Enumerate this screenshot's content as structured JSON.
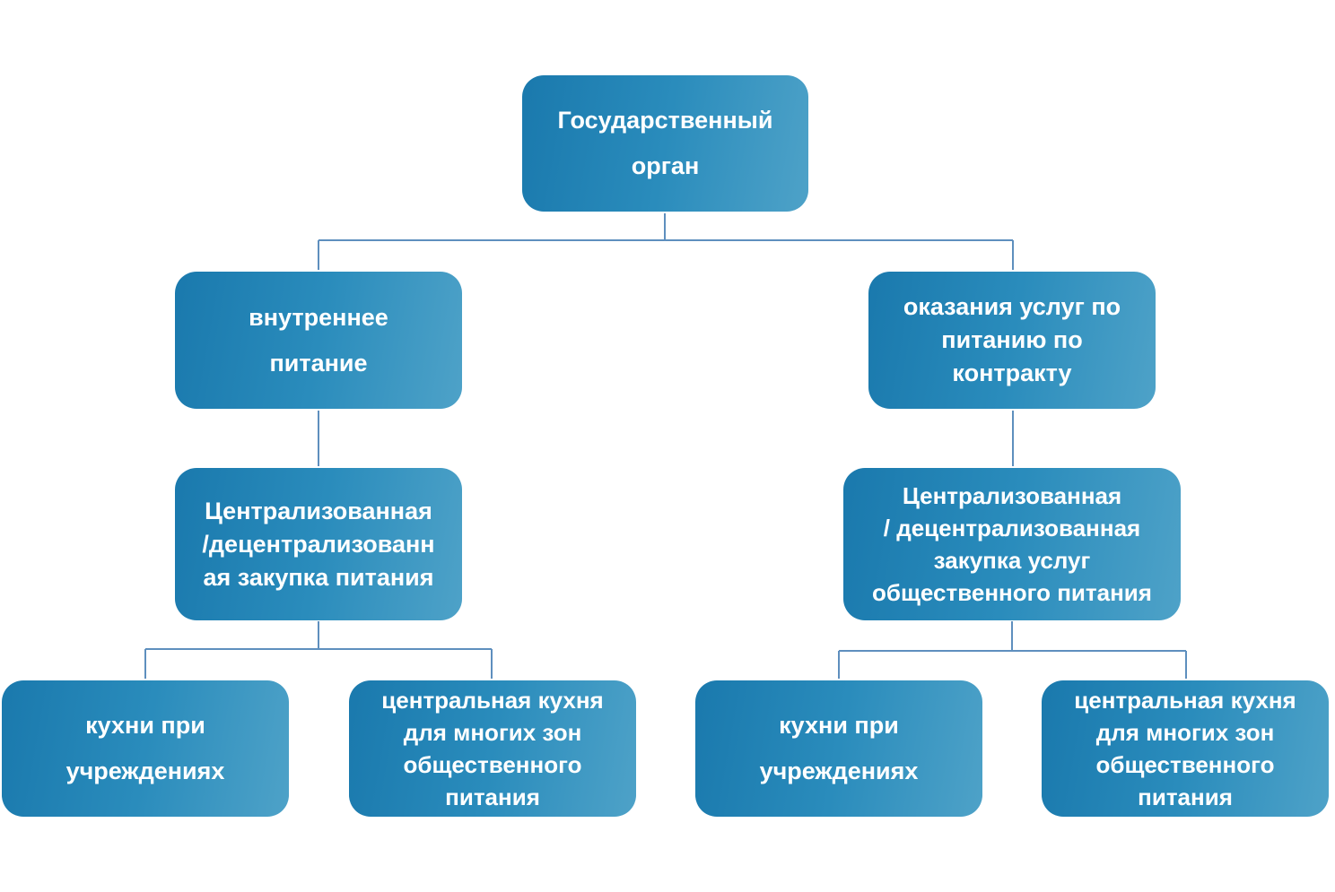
{
  "diagram": {
    "nodes": {
      "root": {
        "label": "Государственный\nорган"
      },
      "internal": {
        "label": "внутреннее\nпитание"
      },
      "contract": {
        "label": "оказания услуг по\nпитанию по\nконтракту"
      },
      "procurement_left": {
        "label": "Централизованная\n/децентрализованн\nая закупка питания"
      },
      "procurement_right": {
        "label": "Централизованная\n/ децентрализованная\nзакупка услуг\nобщественного питания"
      },
      "kitchen_left": {
        "label": "кухни при\nучреждениях"
      },
      "central_left": {
        "label": "центральная кухня\nдля многих зон\nобщественного\nпитания"
      },
      "kitchen_right": {
        "label": "кухни при\nучреждениях"
      },
      "central_right": {
        "label": "центральная кухня\nдля многих зон\nобщественного\nпитания"
      }
    },
    "edges": [
      {
        "from": "root",
        "to": "internal"
      },
      {
        "from": "root",
        "to": "contract"
      },
      {
        "from": "internal",
        "to": "procurement_left"
      },
      {
        "from": "contract",
        "to": "procurement_right"
      },
      {
        "from": "procurement_left",
        "to": "kitchen_left"
      },
      {
        "from": "procurement_left",
        "to": "central_left"
      },
      {
        "from": "procurement_right",
        "to": "kitchen_right"
      },
      {
        "from": "procurement_right",
        "to": "central_right"
      }
    ],
    "colors": {
      "node_start": "#1a79ad",
      "node_end": "#4ea2c8",
      "connector": "#5e8fbe",
      "text": "#ffffff"
    }
  }
}
